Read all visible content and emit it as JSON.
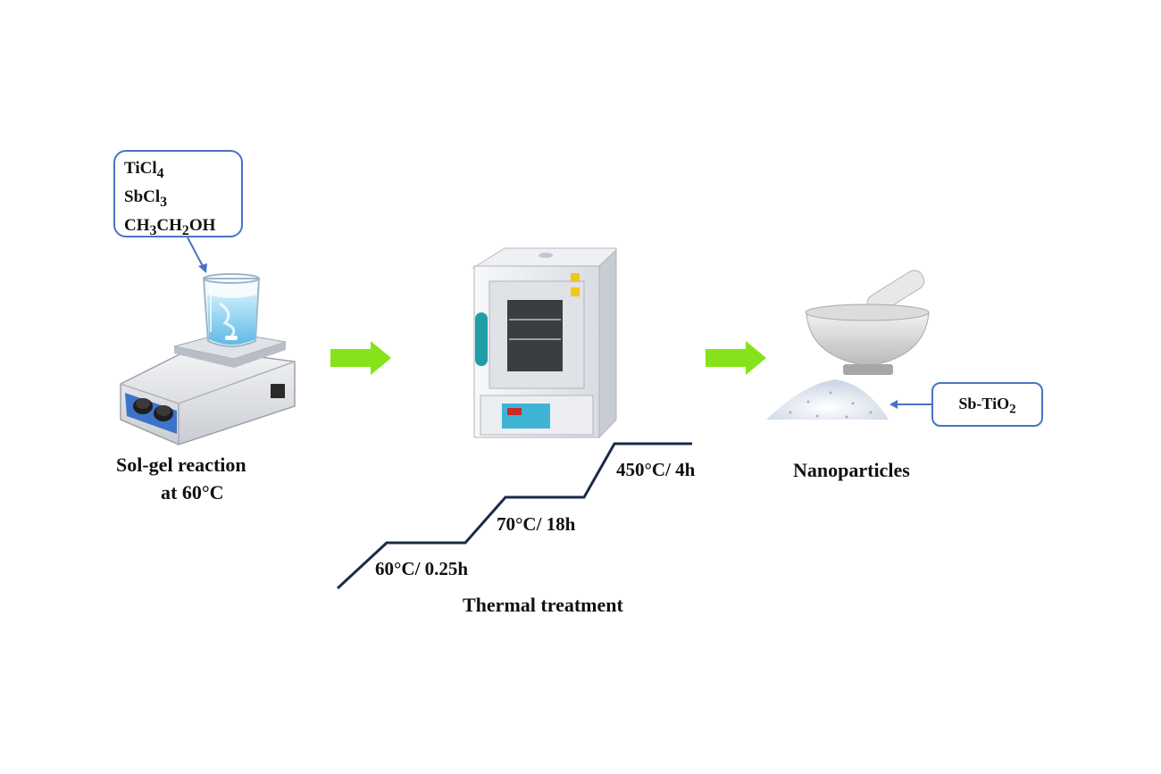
{
  "reagents": {
    "items": [
      {
        "main": "TiCl",
        "sub": "4",
        "rest": ""
      },
      {
        "main": "SbCl",
        "sub": "3",
        "rest": ""
      },
      {
        "main": "CH",
        "sub": "3",
        "mid": "CH",
        "sub2": "2",
        "rest": "OH"
      }
    ]
  },
  "stage1": {
    "label_line1": "Sol-gel reaction",
    "label_line2": "at 60°C"
  },
  "stage2": {
    "label": "Thermal treatment",
    "steps": [
      {
        "text": "60°C/ 0.25h"
      },
      {
        "text": "70°C/ 18h"
      },
      {
        "text": "450°C/ 4h"
      }
    ]
  },
  "stage3": {
    "label": "Nanoparticles"
  },
  "product": {
    "main": "Sb-TiO",
    "sub": "2"
  },
  "colors": {
    "box_border": "#4a72c4",
    "flow_arrow": "#86e21a",
    "profile_line": "#1b2a4a"
  },
  "icons": [
    "hotplate-stirrer-icon",
    "beaker-icon",
    "drying-oven-icon",
    "mortar-pestle-icon",
    "powder-pile-icon"
  ]
}
